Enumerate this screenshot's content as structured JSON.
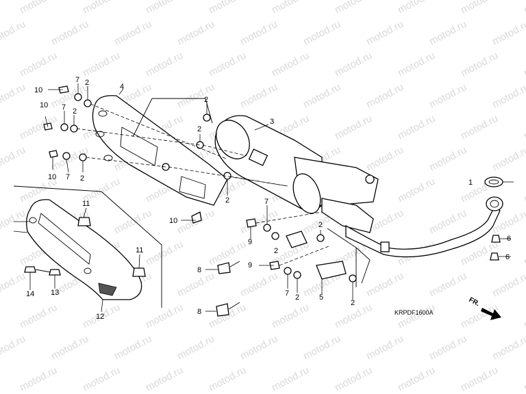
{
  "watermark": "motod.ru",
  "diagram_code": "KRPDF1600A",
  "front_marker": "FR.",
  "callouts": {
    "c1": "1",
    "c2a": "2",
    "c2b": "2",
    "c2c": "2",
    "c2d": "2",
    "c2e": "2",
    "c2f": "2",
    "c2g": "2",
    "c2h": "2",
    "c2i": "2",
    "c2j": "2",
    "c3": "3",
    "c4": "4",
    "c5": "5",
    "c6a": "6",
    "c6b": "6",
    "c7a": "7",
    "c7b": "7",
    "c7c": "7",
    "c7d": "7",
    "c7e": "7",
    "c8a": "8",
    "c8b": "8",
    "c9a": "9",
    "c9b": "9",
    "c10a": "10",
    "c10b": "10",
    "c10c": "10",
    "c10d": "10",
    "c11a": "11",
    "c11b": "11",
    "c12": "12",
    "c13": "13",
    "c14": "14"
  }
}
